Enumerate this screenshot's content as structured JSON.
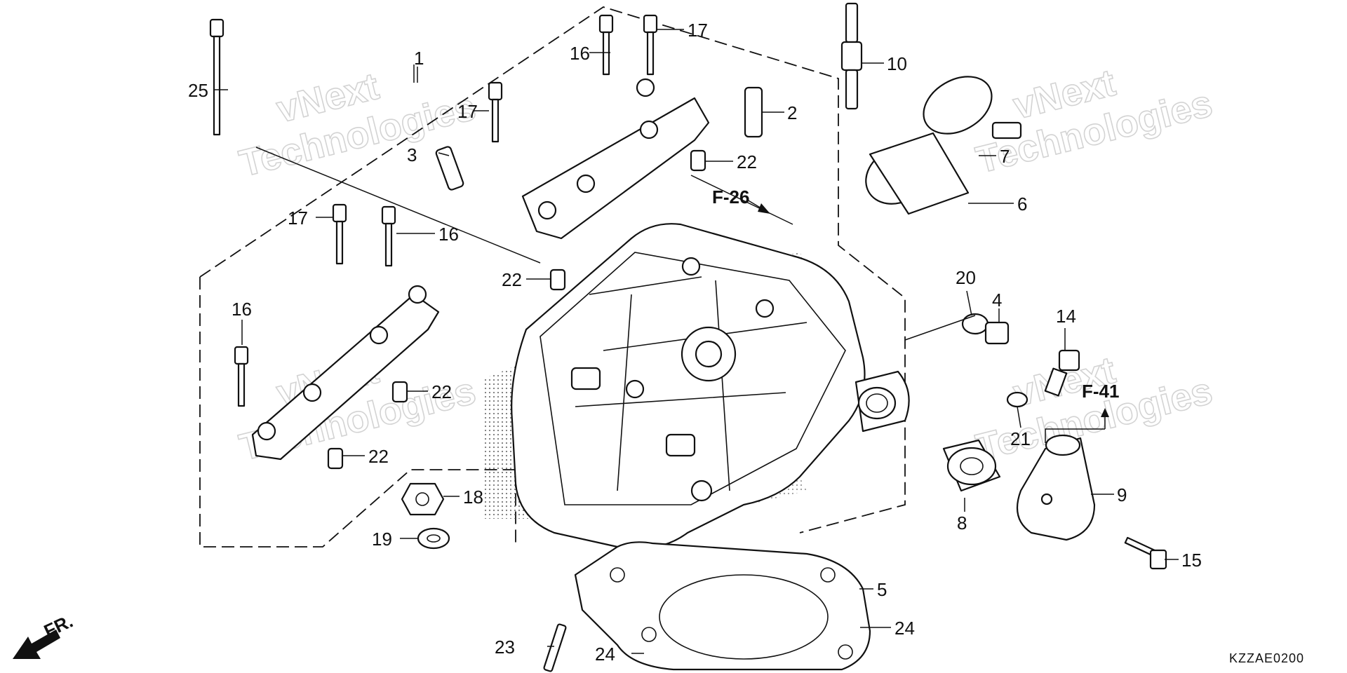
{
  "part_labels": [
    "1",
    "2",
    "3",
    "4",
    "5",
    "6",
    "7",
    "8",
    "9",
    "10",
    "14",
    "15",
    "16",
    "17",
    "18",
    "19",
    "20",
    "21",
    "22",
    "23",
    "24",
    "25"
  ],
  "reference_labels": [
    "F-26",
    "F-41"
  ],
  "direction_label": "FR.",
  "diagram_code": "KZZAE0200",
  "watermark": {
    "line1": "vNext",
    "line2": "Technologies"
  }
}
